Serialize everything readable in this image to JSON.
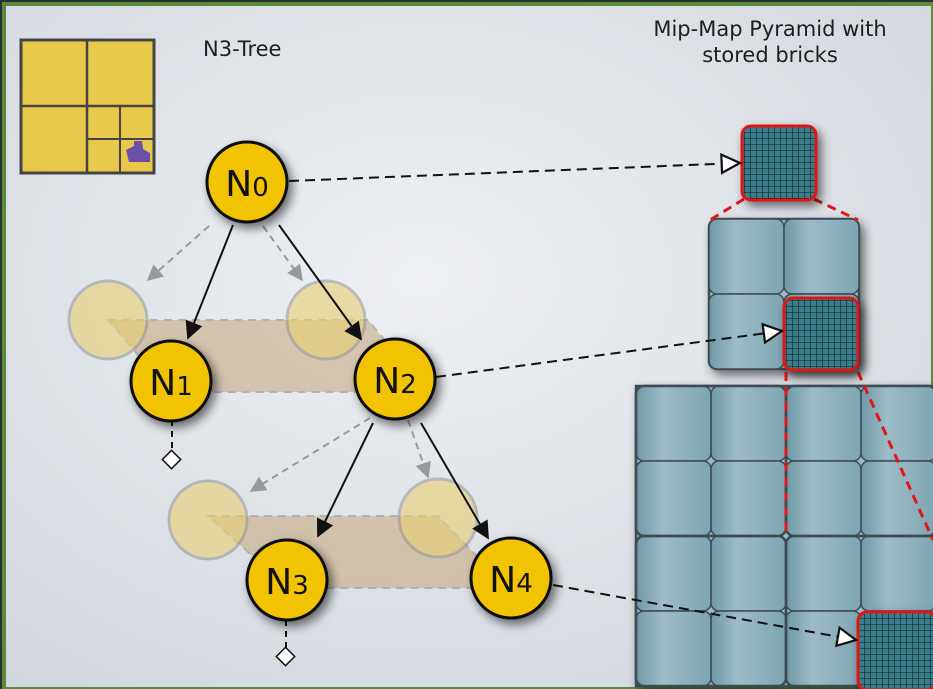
{
  "tree_title": "N3-Tree",
  "pyramid_title_line1": "Mip-Map Pyramid with",
  "pyramid_title_line2": "stored bricks",
  "nodes": [
    {
      "id": "N0",
      "base": "N",
      "sub": "0"
    },
    {
      "id": "N1",
      "base": "N",
      "sub": "1"
    },
    {
      "id": "N2",
      "base": "N",
      "sub": "2"
    },
    {
      "id": "N3",
      "base": "N",
      "sub": "3"
    },
    {
      "id": "N4",
      "base": "N",
      "sub": "4"
    }
  ],
  "colors": {
    "background": "#dfe3e8",
    "frame": "#5a8a3a",
    "node_fill": "#f2c300",
    "node_stroke": "#111111",
    "ghost_fill": "#e8cf72",
    "plane_fill": "#c4a77a",
    "grid_fill": "#e8c84a",
    "grid_blob": "#6b4fa8",
    "brick_fill": "#3b7d8a",
    "brick_border": "#e01818",
    "pyramid_fill": "#89aebb",
    "pyramid_stroke": "#3d4b52"
  }
}
